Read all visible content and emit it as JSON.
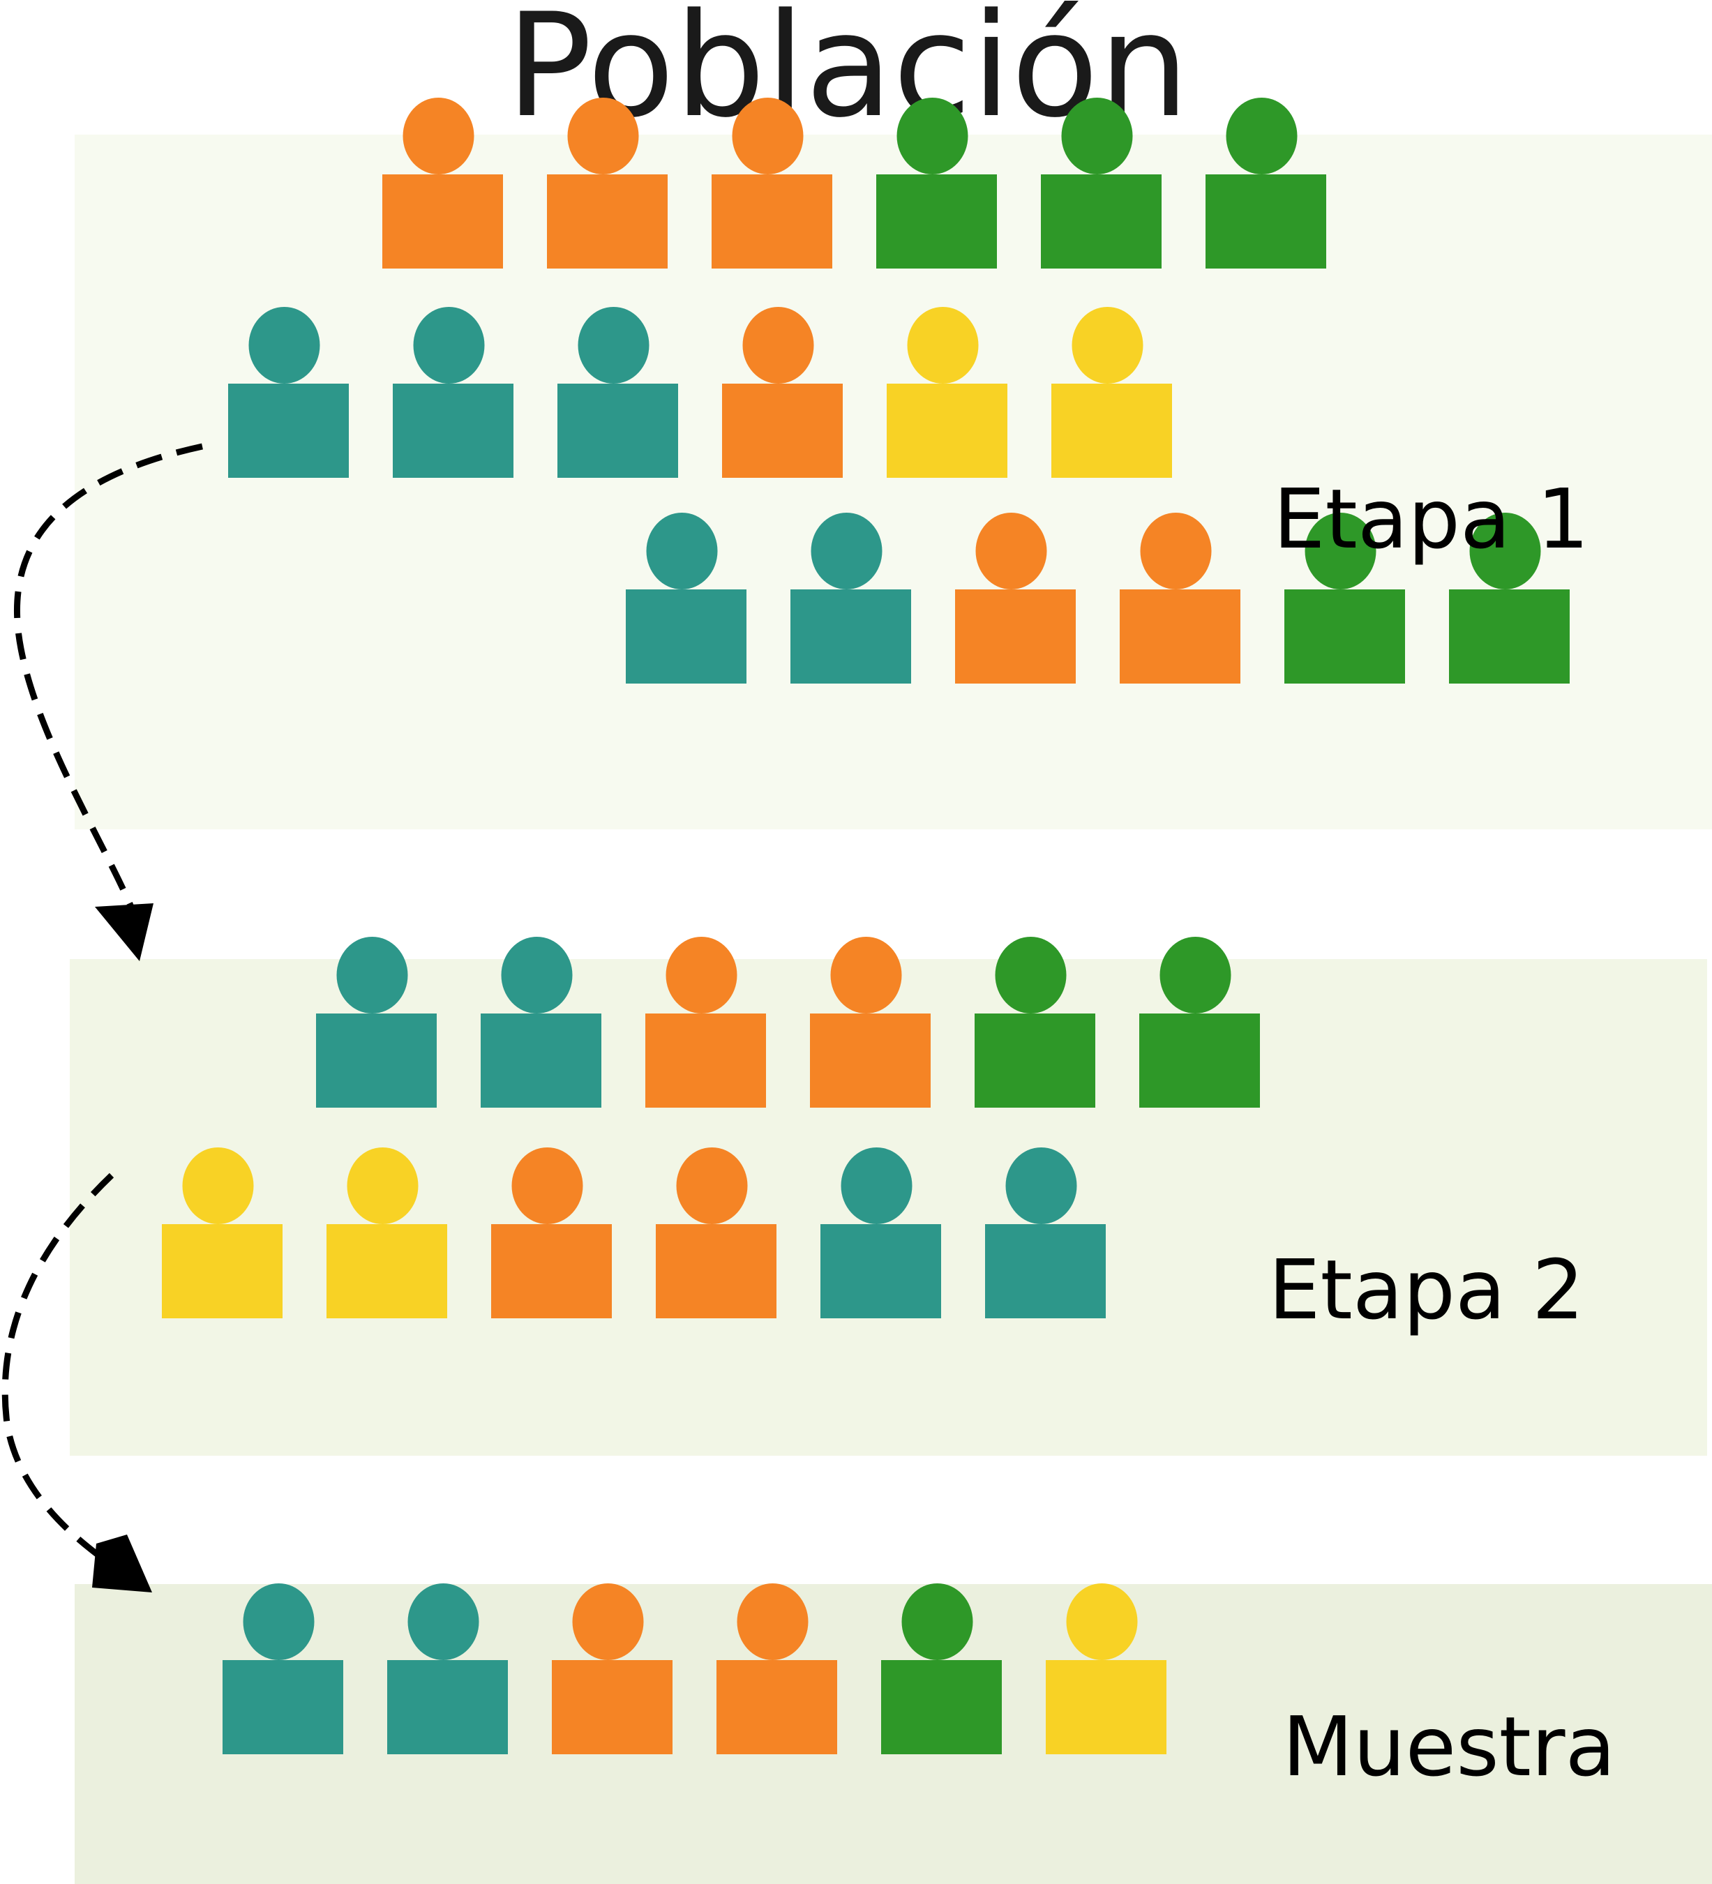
{
  "title": "Población",
  "colors": {
    "orange": "#f58425",
    "green": "#2e9828",
    "teal": "#2d978a",
    "yellow": "#f8d225",
    "panel1_bg": "#f7faf0",
    "panel2_bg": "#f2f6e6",
    "panel3_bg": "#ebf0de",
    "arrow": "#000000"
  },
  "panels": [
    {
      "label": "Etapa 1",
      "rows": [
        [
          "orange",
          "orange",
          "orange",
          "green",
          "green",
          "green"
        ],
        [
          "teal",
          "teal",
          "teal",
          "orange",
          "yellow",
          "yellow"
        ],
        [
          "teal",
          "teal",
          "orange",
          "orange",
          "green",
          "green"
        ]
      ]
    },
    {
      "label": "Etapa 2",
      "rows": [
        [
          "teal",
          "teal",
          "orange",
          "orange",
          "green",
          "green"
        ],
        [
          "yellow",
          "yellow",
          "orange",
          "orange",
          "teal",
          "teal"
        ]
      ]
    },
    {
      "label": "Muestra",
      "rows": [
        [
          "teal",
          "teal",
          "orange",
          "orange",
          "green",
          "yellow"
        ]
      ]
    }
  ]
}
